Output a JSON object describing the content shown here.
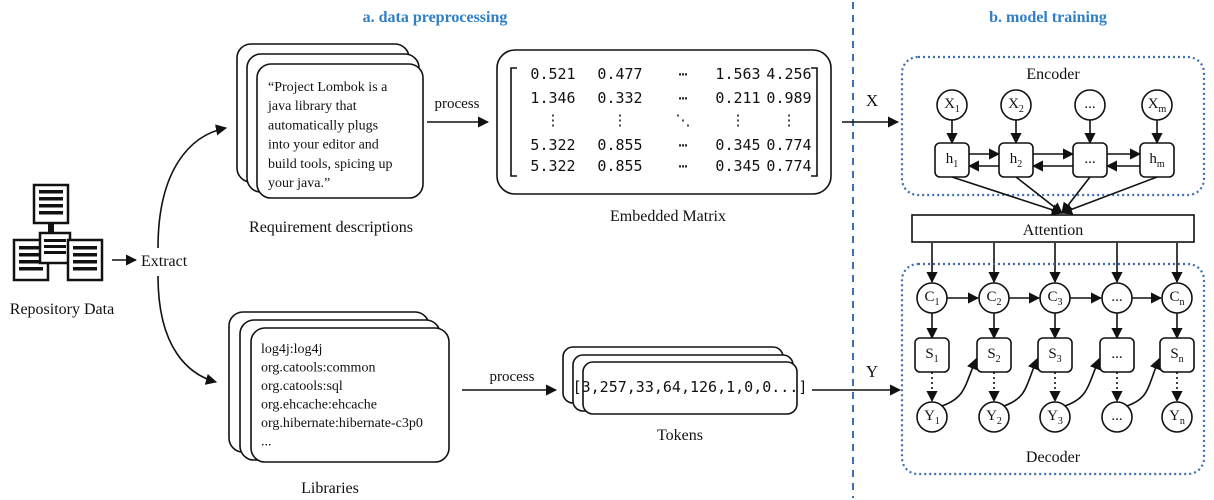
{
  "titles": {
    "preprocessing": "a. data preprocessing",
    "training": "b. model training"
  },
  "left": {
    "repository_label": "Repository Data",
    "extract_label": "Extract"
  },
  "requirements": {
    "lines": [
      "“Project Lombok is a",
      "java library that",
      "automatically plugs",
      "into your editor and",
      "build tools, spicing up",
      "your java.”"
    ],
    "caption": "Requirement descriptions",
    "process_label": "process"
  },
  "matrix": {
    "rows": [
      [
        "0.521",
        "0.477",
        "⋯",
        "1.563",
        "4.256"
      ],
      [
        "1.346",
        "0.332",
        "⋯",
        "0.211",
        "0.989"
      ],
      [
        "⋮",
        "⋮",
        "⋱",
        "⋮",
        "⋮"
      ],
      [
        "5.322",
        "0.855",
        "⋯",
        "0.345",
        "0.774"
      ],
      [
        "5.322",
        "0.855",
        "⋯",
        "0.345",
        "0.774"
      ]
    ],
    "caption": "Embedded Matrix"
  },
  "libraries": {
    "lines": [
      "log4j:log4j",
      "org.catools:common",
      "org.catools:sql",
      "org.ehcache:ehcache",
      "org.hibernate:hibernate-c3p0",
      "..."
    ],
    "caption": "Libraries",
    "process_label": "process"
  },
  "tokens": {
    "value": "[3,257,33,64,126,1,0,0...]",
    "caption": "Tokens"
  },
  "io": {
    "x_label": "X",
    "y_label": "Y"
  },
  "encoder": {
    "title": "Encoder",
    "inputs": [
      {
        "base": "X",
        "sub": "1"
      },
      {
        "base": "X",
        "sub": "2"
      },
      {
        "base": "...",
        "sub": ""
      },
      {
        "base": "X",
        "sub": "m"
      }
    ],
    "hidden": [
      {
        "base": "h",
        "sub": "1"
      },
      {
        "base": "h",
        "sub": "2"
      },
      {
        "base": "...",
        "sub": ""
      },
      {
        "base": "h",
        "sub": "m"
      }
    ]
  },
  "attention": {
    "label": "Attention"
  },
  "decoder": {
    "title": "Decoder",
    "contexts": [
      {
        "base": "C",
        "sub": "1"
      },
      {
        "base": "C",
        "sub": "2"
      },
      {
        "base": "C",
        "sub": "3"
      },
      {
        "base": "...",
        "sub": ""
      },
      {
        "base": "C",
        "sub": "n"
      }
    ],
    "states": [
      {
        "base": "S",
        "sub": "1"
      },
      {
        "base": "S",
        "sub": "2"
      },
      {
        "base": "S",
        "sub": "3"
      },
      {
        "base": "...",
        "sub": ""
      },
      {
        "base": "S",
        "sub": "n"
      }
    ],
    "outputs": [
      {
        "base": "Y",
        "sub": "1"
      },
      {
        "base": "Y",
        "sub": "2"
      },
      {
        "base": "Y",
        "sub": "3"
      },
      {
        "base": "...",
        "sub": ""
      },
      {
        "base": "Y",
        "sub": "n"
      }
    ]
  }
}
